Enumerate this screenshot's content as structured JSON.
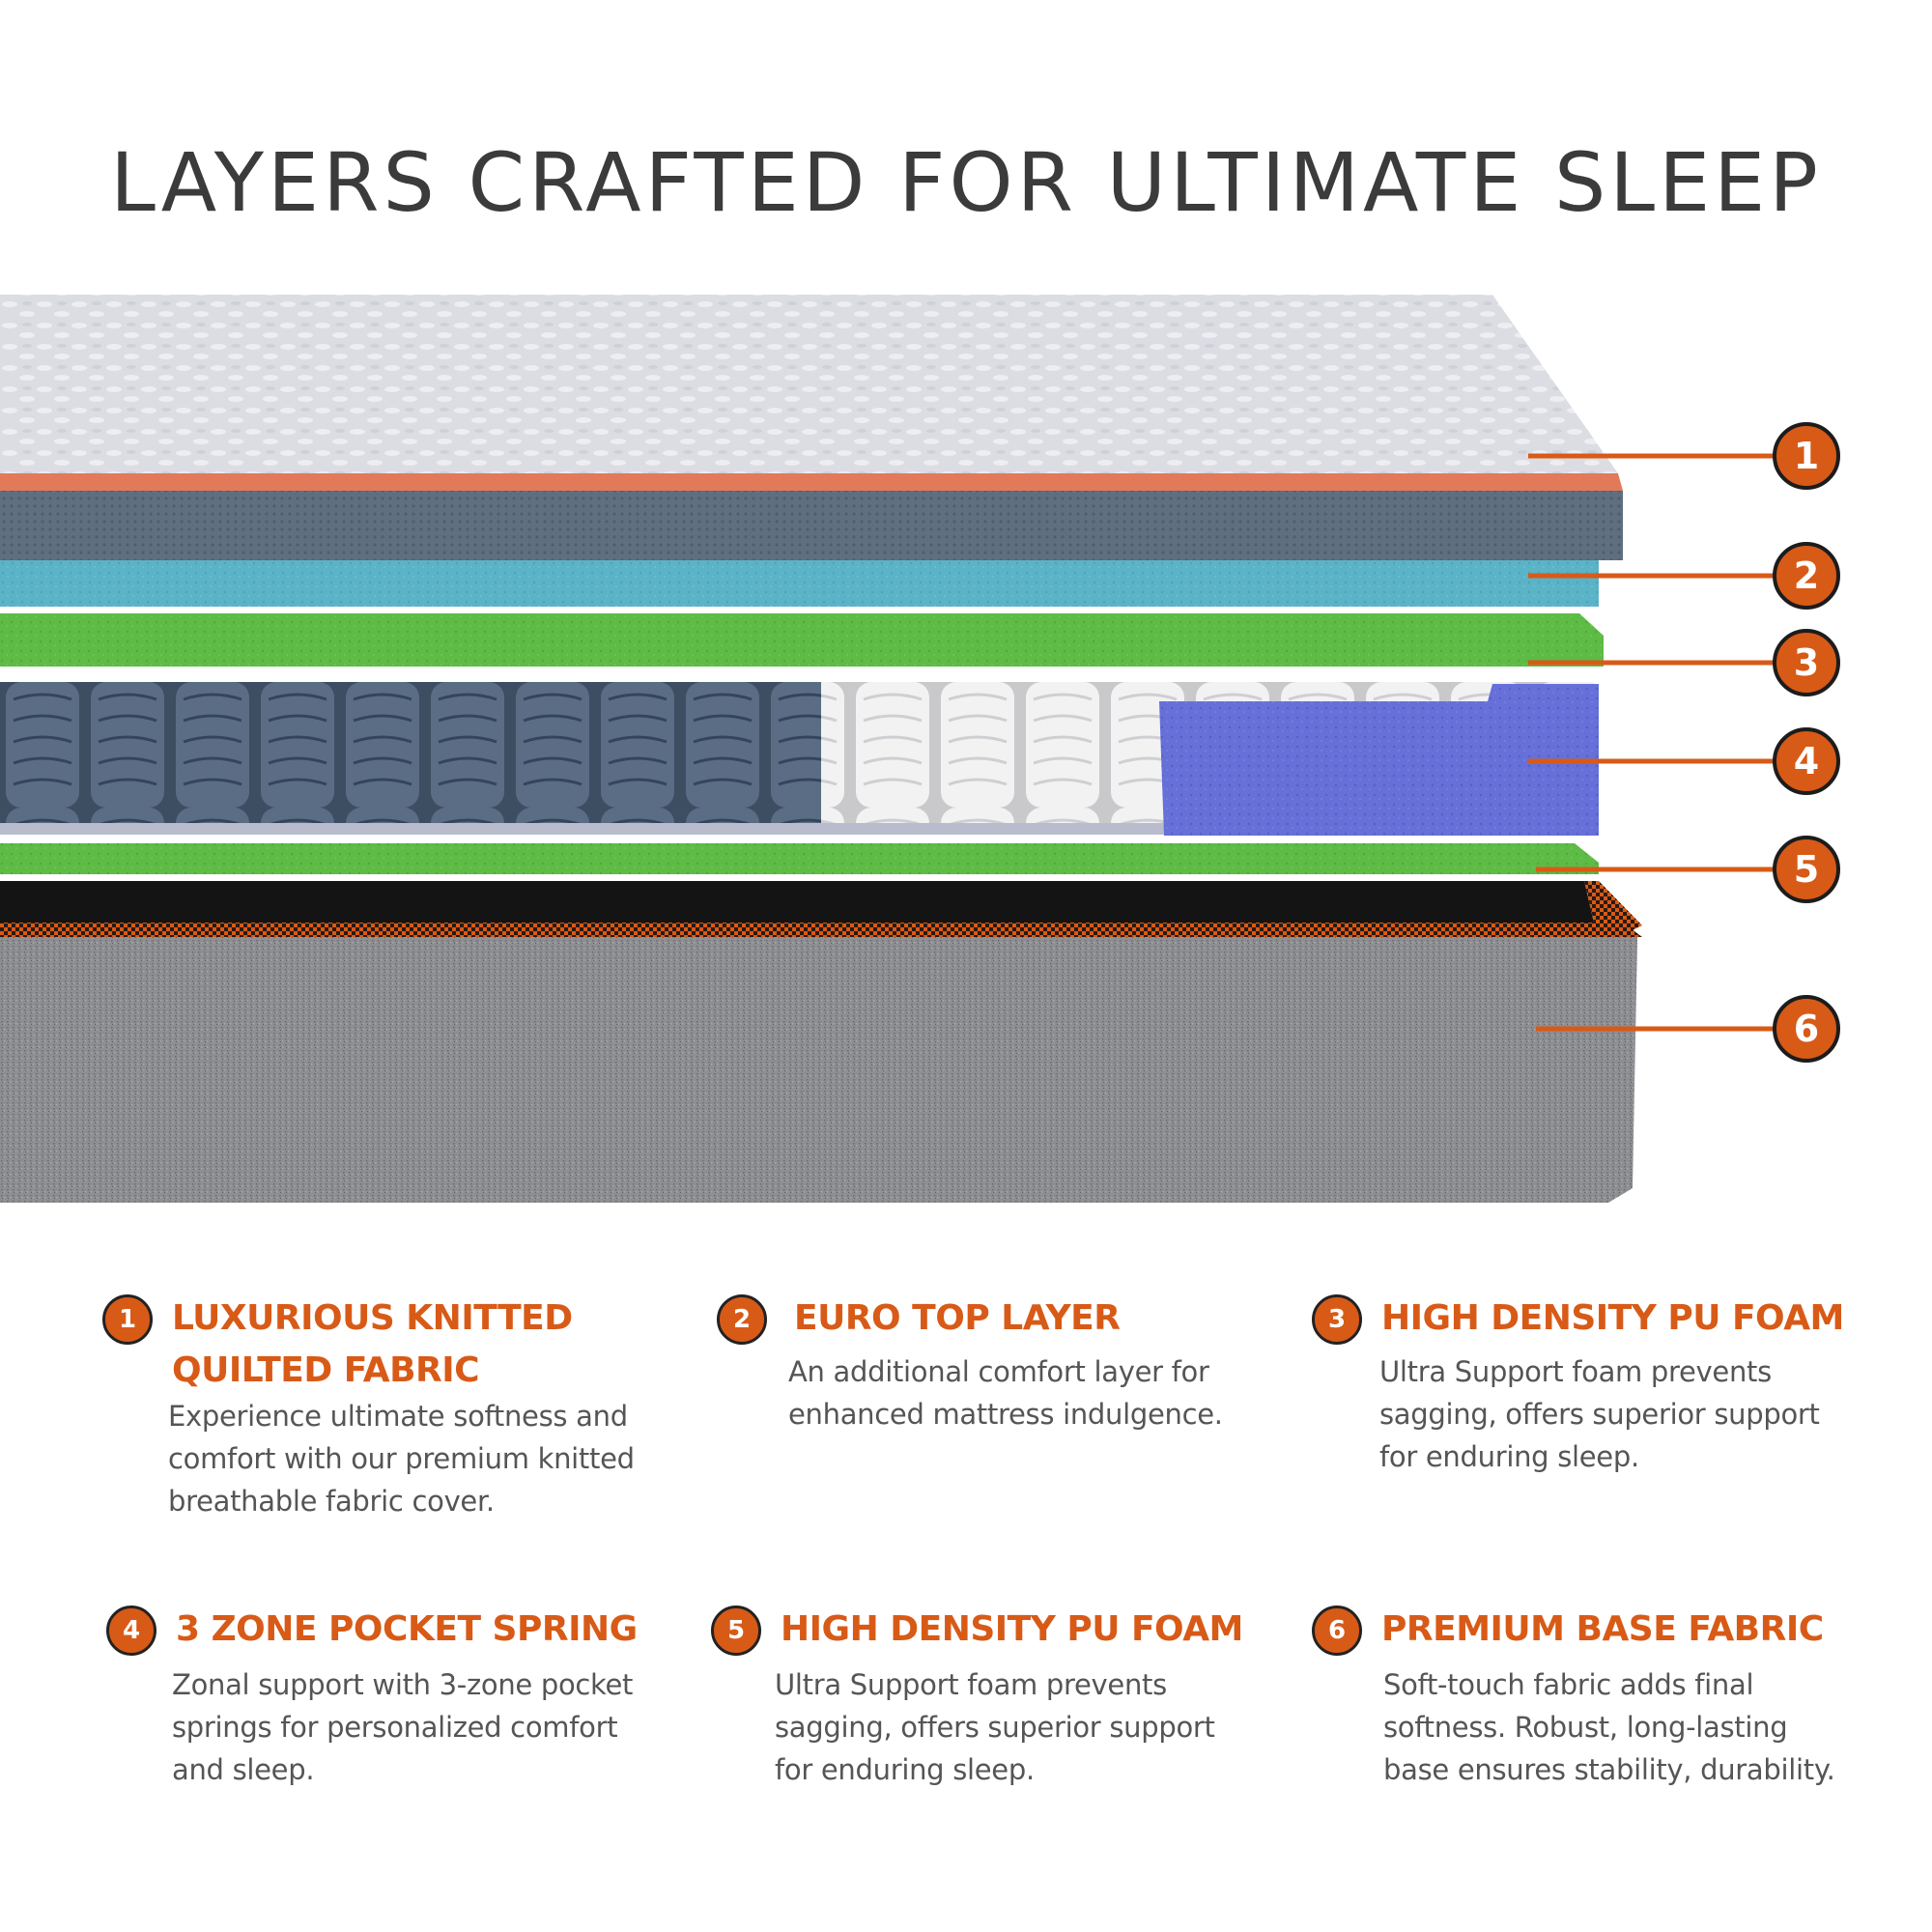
{
  "title": "LAYERS CRAFTED FOR ULTIMATE SLEEP",
  "colors": {
    "accent": "#d85a17",
    "title_text": "#3b3b3b",
    "body_text": "#555555",
    "cover_fabric": "#dcdde3",
    "euro_top": "#5f6f80",
    "cyan_foam": "#5bb3c8",
    "green_foam": "#5dbb46",
    "spring_blue": "#52657c",
    "spring_white": "#eeeeee",
    "purple_foam": "#6670d8",
    "black_edge": "#141414",
    "base_fabric": "#8b8c90"
  },
  "callouts": [
    {
      "number": "1"
    },
    {
      "number": "2"
    },
    {
      "number": "3"
    },
    {
      "number": "4"
    },
    {
      "number": "5"
    },
    {
      "number": "6"
    }
  ],
  "features": [
    {
      "number": "1",
      "title_line1": "LUXURIOUS KNITTED",
      "title_line2": "QUILTED FABRIC",
      "desc_line1": "Experience ultimate softness and",
      "desc_line2": "comfort with our premium knitted",
      "desc_line3": "breathable fabric cover."
    },
    {
      "number": "2",
      "title_line1": "EURO TOP LAYER",
      "desc_line1": "An additional comfort layer for",
      "desc_line2": "enhanced mattress indulgence."
    },
    {
      "number": "3",
      "title_line1": "HIGH DENSITY PU FOAM",
      "desc_line1": "Ultra Support foam prevents",
      "desc_line2": "sagging, offers superior support",
      "desc_line3": "for enduring sleep."
    },
    {
      "number": "4",
      "title_line1": "3 ZONE POCKET SPRING",
      "desc_line1": "Zonal support with 3-zone pocket",
      "desc_line2": "springs for personalized comfort",
      "desc_line3": "and sleep."
    },
    {
      "number": "5",
      "title_line1": "HIGH DENSITY PU FOAM",
      "desc_line1": "Ultra Support foam prevents",
      "desc_line2": "sagging, offers superior support",
      "desc_line3": "for enduring sleep."
    },
    {
      "number": "6",
      "title_line1": "PREMIUM BASE FABRIC",
      "desc_line1": "Soft-touch fabric adds final",
      "desc_line2": "softness. Robust, long-lasting",
      "desc_line3": "base ensures stability, durability."
    }
  ]
}
